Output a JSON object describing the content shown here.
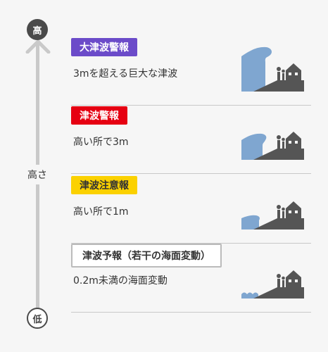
{
  "scale": {
    "top_label": "高",
    "middle_label": "高さ",
    "bottom_label": "低"
  },
  "levels": [
    {
      "badge": "大津波警報",
      "description": "3mを超える巨大な津波",
      "color": "#6b4bc9"
    },
    {
      "badge": "津波警報",
      "description": "高い所で3m",
      "color": "#e60012"
    },
    {
      "badge": "津波注意報",
      "description": "高い所で1m",
      "color": "#fbd100"
    },
    {
      "badge": "津波予報（若干の海面変動）",
      "description": "0.2m未満の海面変動",
      "color": "#ffffff"
    }
  ],
  "colors": {
    "wave": "#7fa6d0",
    "land": "#555555"
  },
  "icons": [
    "arrow-up-icon",
    "wave-house-icon"
  ]
}
